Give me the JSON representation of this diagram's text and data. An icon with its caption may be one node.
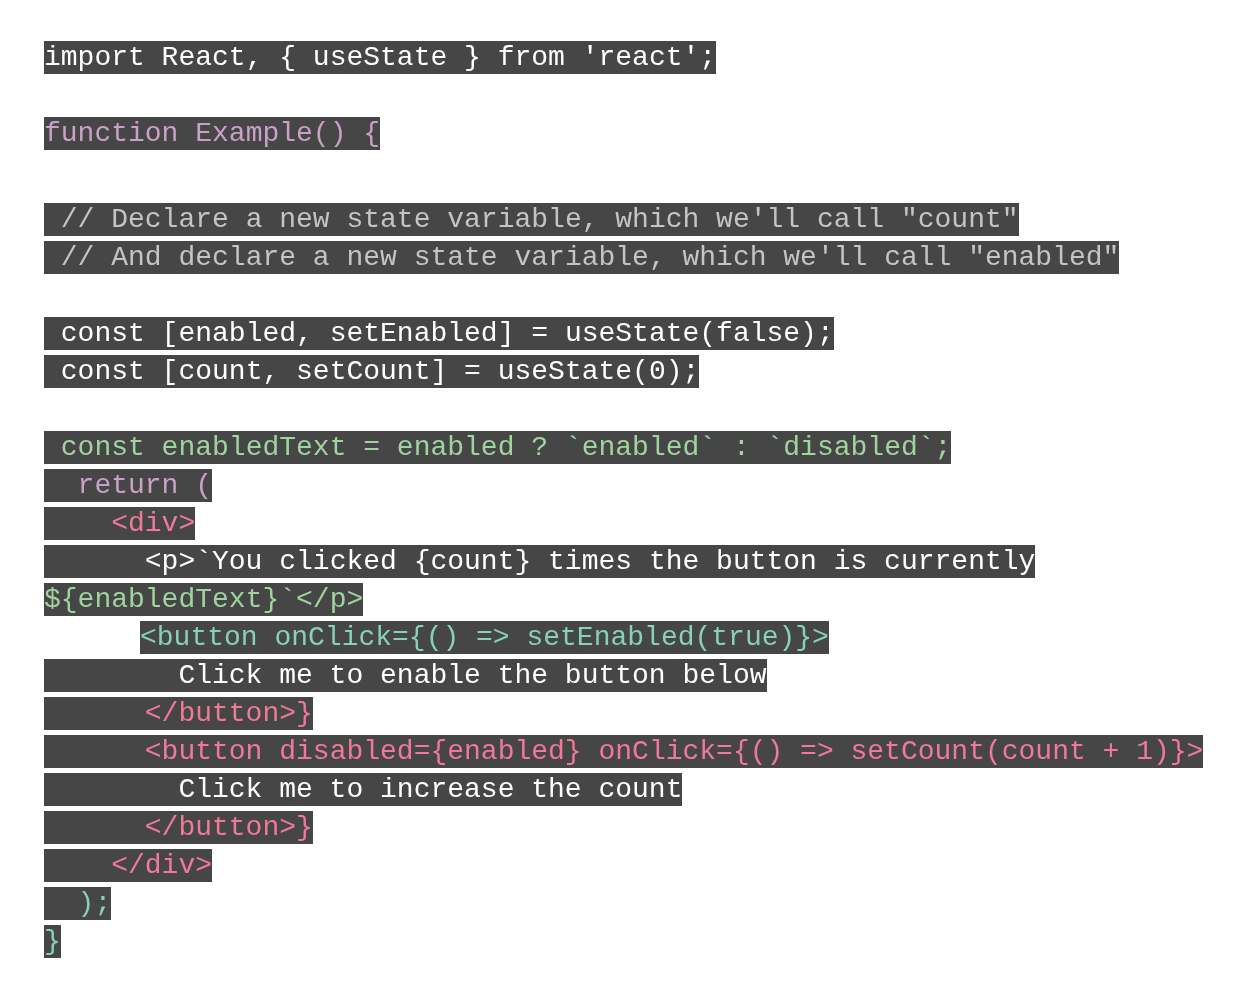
{
  "diagram": {
    "labels": [
      "import React, { useState } from 'react';",
      "function Example() {",
      "// Declare a new state variable, which we'll call \"count\"",
      "// And declare a new state variable, which we'll call \"enabled\"",
      "const [enabled, setEnabled] = useState(false);",
      "const [count, setCount] = useState(0);",
      "const enabledText = enabled ? `enabled` : `disabled`;",
      "return (",
      "<div>",
      "<p>`You clicked {count} times the button is currently",
      "${enabledText}`</p>",
      "<button onClick={() => setEnabled(true)}>",
      "Click me to enable the button below",
      "</button>}",
      "<button disabled={enabled} onClick={() => setCount(count + 1)}>",
      "Click me to increase the count",
      "</button>}",
      "</div>",
      ");",
      "}"
    ]
  }
}
